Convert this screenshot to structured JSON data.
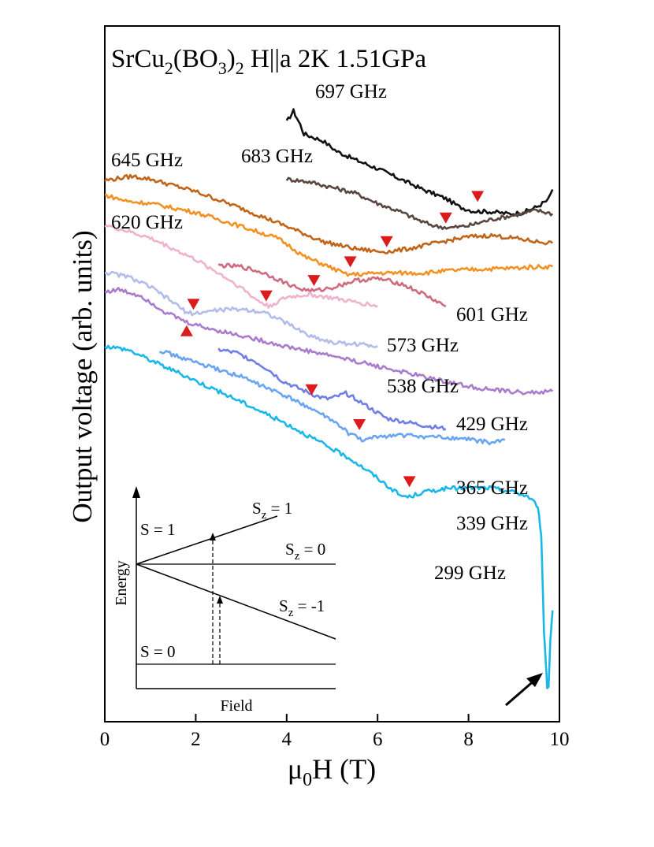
{
  "chart_data": {
    "type": "line",
    "title_parts": {
      "main": "SrCu",
      "sub1": "2",
      "mid1": "(BO",
      "sub2": "3",
      "mid2": ")",
      "sub3": "2",
      "rest": " H||a 2K 1.51GPa"
    },
    "xlabel_parts": {
      "mu": "μ",
      "sub": "0",
      "rest": "H (T)"
    },
    "ylabel": "Output voltage (arb. units)",
    "xlim": [
      0,
      10
    ],
    "x_ticks": [
      "0",
      "2",
      "4",
      "6",
      "8",
      "10"
    ],
    "grid": false,
    "legend": "inline labels next to each trace",
    "series": [
      {
        "name": "697 GHz",
        "color": "#111111",
        "points": [
          [
            4.0,
            0.862
          ],
          [
            4.15,
            0.878
          ],
          [
            4.3,
            0.858
          ],
          [
            4.38,
            0.845
          ],
          [
            4.5,
            0.842
          ],
          [
            4.8,
            0.835
          ],
          [
            5.1,
            0.82
          ],
          [
            5.5,
            0.808
          ],
          [
            6.0,
            0.795
          ],
          [
            6.5,
            0.78
          ],
          [
            7.0,
            0.765
          ],
          [
            7.5,
            0.752
          ],
          [
            7.8,
            0.74
          ],
          [
            8.1,
            0.734
          ],
          [
            8.5,
            0.733
          ],
          [
            8.9,
            0.73
          ],
          [
            9.2,
            0.732
          ],
          [
            9.5,
            0.74
          ],
          [
            9.75,
            0.75
          ],
          [
            9.85,
            0.765
          ]
        ],
        "marker": {
          "x": 8.2,
          "y": 0.755,
          "dir": "down"
        }
      },
      {
        "name": "683 GHz",
        "color": "#5a4541",
        "points": [
          [
            4.0,
            0.78
          ],
          [
            4.5,
            0.776
          ],
          [
            5.0,
            0.768
          ],
          [
            5.5,
            0.76
          ],
          [
            6.0,
            0.745
          ],
          [
            6.5,
            0.733
          ],
          [
            7.0,
            0.718
          ],
          [
            7.3,
            0.712
          ],
          [
            7.6,
            0.71
          ],
          [
            8.0,
            0.713
          ],
          [
            8.5,
            0.722
          ],
          [
            9.0,
            0.728
          ],
          [
            9.5,
            0.735
          ],
          [
            9.85,
            0.73
          ]
        ],
        "marker": {
          "x": 7.5,
          "y": 0.724,
          "dir": "down"
        }
      },
      {
        "name": "645 GHz",
        "color": "#c0651a",
        "points": [
          [
            0.0,
            0.778
          ],
          [
            0.6,
            0.784
          ],
          [
            1.0,
            0.78
          ],
          [
            2.0,
            0.762
          ],
          [
            3.0,
            0.738
          ],
          [
            4.0,
            0.712
          ],
          [
            4.8,
            0.69
          ],
          [
            5.5,
            0.68
          ],
          [
            6.0,
            0.676
          ],
          [
            6.3,
            0.676
          ],
          [
            6.6,
            0.679
          ],
          [
            7.0,
            0.684
          ],
          [
            7.5,
            0.691
          ],
          [
            8.0,
            0.697
          ],
          [
            8.5,
            0.699
          ],
          [
            9.0,
            0.695
          ],
          [
            9.5,
            0.69
          ],
          [
            9.85,
            0.688
          ]
        ],
        "marker": {
          "x": 6.2,
          "y": 0.69,
          "dir": "down"
        }
      },
      {
        "name": "620 GHz",
        "color": "#f39224",
        "points": [
          [
            0.0,
            0.757
          ],
          [
            0.5,
            0.748
          ],
          [
            1.0,
            0.745
          ],
          [
            2.0,
            0.732
          ],
          [
            3.0,
            0.712
          ],
          [
            3.8,
            0.695
          ],
          [
            4.1,
            0.682
          ],
          [
            4.4,
            0.668
          ],
          [
            4.6,
            0.663
          ],
          [
            5.0,
            0.652
          ],
          [
            5.3,
            0.643
          ],
          [
            5.6,
            0.643
          ],
          [
            6.0,
            0.645
          ],
          [
            6.5,
            0.645
          ],
          [
            7.0,
            0.645
          ],
          [
            7.5,
            0.648
          ],
          [
            8.0,
            0.65
          ],
          [
            8.5,
            0.651
          ],
          [
            9.0,
            0.652
          ],
          [
            9.5,
            0.654
          ],
          [
            9.85,
            0.654
          ]
        ],
        "marker": {
          "x": 5.4,
          "y": 0.661,
          "dir": "down"
        }
      },
      {
        "name": "601 GHz",
        "color": "#cf6b80",
        "points": [
          [
            2.5,
            0.656
          ],
          [
            3.0,
            0.654
          ],
          [
            3.5,
            0.645
          ],
          [
            4.0,
            0.63
          ],
          [
            4.3,
            0.622
          ],
          [
            4.6,
            0.619
          ],
          [
            5.0,
            0.624
          ],
          [
            5.5,
            0.634
          ],
          [
            6.0,
            0.637
          ],
          [
            6.5,
            0.63
          ],
          [
            7.0,
            0.615
          ],
          [
            7.5,
            0.597
          ]
        ],
        "marker": {
          "x": 4.6,
          "y": 0.634,
          "dir": "down"
        }
      },
      {
        "name": "573 GHz",
        "color": "#efb3cd",
        "points": [
          [
            0.0,
            0.714
          ],
          [
            0.5,
            0.705
          ],
          [
            1.0,
            0.695
          ],
          [
            1.5,
            0.68
          ],
          [
            2.0,
            0.664
          ],
          [
            2.5,
            0.645
          ],
          [
            3.0,
            0.624
          ],
          [
            3.3,
            0.608
          ],
          [
            3.6,
            0.597
          ],
          [
            4.0,
            0.61
          ],
          [
            4.5,
            0.614
          ],
          [
            5.0,
            0.609
          ],
          [
            5.5,
            0.603
          ],
          [
            6.0,
            0.598
          ]
        ],
        "marker": {
          "x": 3.55,
          "y": 0.612,
          "dir": "down"
        }
      },
      {
        "name": "538 GHz",
        "color": "#b3bde9",
        "points": [
          [
            0.0,
            0.646
          ],
          [
            0.5,
            0.64
          ],
          [
            1.0,
            0.625
          ],
          [
            1.5,
            0.603
          ],
          [
            1.8,
            0.588
          ],
          [
            2.0,
            0.587
          ],
          [
            2.5,
            0.592
          ],
          [
            3.0,
            0.593
          ],
          [
            3.5,
            0.589
          ],
          [
            4.0,
            0.573
          ],
          [
            4.5,
            0.555
          ],
          [
            5.0,
            0.545
          ],
          [
            5.5,
            0.543
          ],
          [
            6.0,
            0.54
          ]
        ],
        "marker": {
          "x": 1.95,
          "y": 0.6,
          "dir": "down"
        }
      },
      {
        "name": "429 GHz",
        "color": "#a97ccc",
        "points": [
          [
            0.0,
            0.618
          ],
          [
            0.3,
            0.621
          ],
          [
            0.8,
            0.612
          ],
          [
            1.3,
            0.59
          ],
          [
            1.8,
            0.574
          ],
          [
            2.3,
            0.565
          ],
          [
            3.0,
            0.555
          ],
          [
            4.0,
            0.539
          ],
          [
            5.0,
            0.526
          ],
          [
            6.0,
            0.511
          ],
          [
            7.0,
            0.496
          ],
          [
            8.0,
            0.482
          ],
          [
            8.5,
            0.477
          ],
          [
            9.0,
            0.474
          ],
          [
            9.4,
            0.473
          ],
          [
            9.85,
            0.475
          ]
        ],
        "marker": {
          "x": 1.8,
          "y": 0.562,
          "dir": "up"
        }
      },
      {
        "name": "365 GHz",
        "color": "#6f7fe5",
        "points": [
          [
            2.5,
            0.535
          ],
          [
            2.9,
            0.53
          ],
          [
            3.3,
            0.518
          ],
          [
            3.6,
            0.506
          ],
          [
            3.9,
            0.49
          ],
          [
            4.3,
            0.478
          ],
          [
            4.7,
            0.467
          ],
          [
            4.9,
            0.464
          ],
          [
            5.1,
            0.467
          ],
          [
            5.3,
            0.472
          ],
          [
            5.5,
            0.465
          ],
          [
            5.8,
            0.452
          ],
          [
            6.2,
            0.436
          ],
          [
            7.0,
            0.426
          ],
          [
            7.5,
            0.421
          ]
        ],
        "marker": {
          "x": 4.55,
          "y": 0.477,
          "dir": "down"
        }
      },
      {
        "name": "339 GHz",
        "color": "#6aa5f1",
        "points": [
          [
            1.2,
            0.534
          ],
          [
            1.7,
            0.523
          ],
          [
            2.2,
            0.512
          ],
          [
            3.0,
            0.496
          ],
          [
            3.8,
            0.473
          ],
          [
            4.4,
            0.455
          ],
          [
            5.0,
            0.433
          ],
          [
            5.4,
            0.413
          ],
          [
            5.7,
            0.404
          ],
          [
            6.0,
            0.41
          ],
          [
            6.5,
            0.412
          ],
          [
            7.5,
            0.408
          ],
          [
            8.0,
            0.406
          ],
          [
            8.5,
            0.401
          ],
          [
            8.8,
            0.405
          ]
        ],
        "marker": {
          "x": 5.6,
          "y": 0.427,
          "dir": "down"
        }
      },
      {
        "name": "299 GHz",
        "color": "#1ab7e8",
        "points": [
          [
            0.0,
            0.54
          ],
          [
            0.5,
            0.535
          ],
          [
            1.0,
            0.52
          ],
          [
            1.5,
            0.505
          ],
          [
            2.0,
            0.49
          ],
          [
            2.5,
            0.475
          ],
          [
            3.0,
            0.46
          ],
          [
            3.5,
            0.444
          ],
          [
            4.0,
            0.428
          ],
          [
            4.5,
            0.41
          ],
          [
            5.0,
            0.392
          ],
          [
            5.4,
            0.378
          ],
          [
            5.8,
            0.36
          ],
          [
            6.2,
            0.34
          ],
          [
            6.5,
            0.325
          ],
          [
            6.7,
            0.323
          ],
          [
            7.0,
            0.33
          ],
          [
            7.5,
            0.335
          ],
          [
            8.0,
            0.336
          ],
          [
            8.5,
            0.336
          ],
          [
            9.0,
            0.33
          ],
          [
            9.3,
            0.324
          ],
          [
            9.5,
            0.312
          ],
          [
            9.55,
            0.3
          ],
          [
            9.6,
            0.265
          ],
          [
            9.63,
            0.2
          ],
          [
            9.66,
            0.13
          ],
          [
            9.7,
            0.085
          ],
          [
            9.73,
            0.05
          ],
          [
            9.76,
            0.05
          ],
          [
            9.8,
            0.12
          ],
          [
            9.85,
            0.16
          ]
        ],
        "marker": {
          "x": 6.7,
          "y": 0.345,
          "dir": "down"
        }
      }
    ],
    "marker_color": "#dc1c1c",
    "inset": {
      "ylabel": "Energy",
      "xlabel": "Field",
      "levels": {
        "s1": "S = 1",
        "s0": "S = 0",
        "sz_plus_pre": "S",
        "sz_plus_sub": "z",
        "sz_plus_val": " = 1",
        "sz_zero_pre": "S",
        "sz_zero_sub": "z",
        "sz_zero_val": " = 0",
        "sz_minus_pre": "S",
        "sz_minus_sub": "z",
        "sz_minus_val": " = -1"
      }
    }
  }
}
